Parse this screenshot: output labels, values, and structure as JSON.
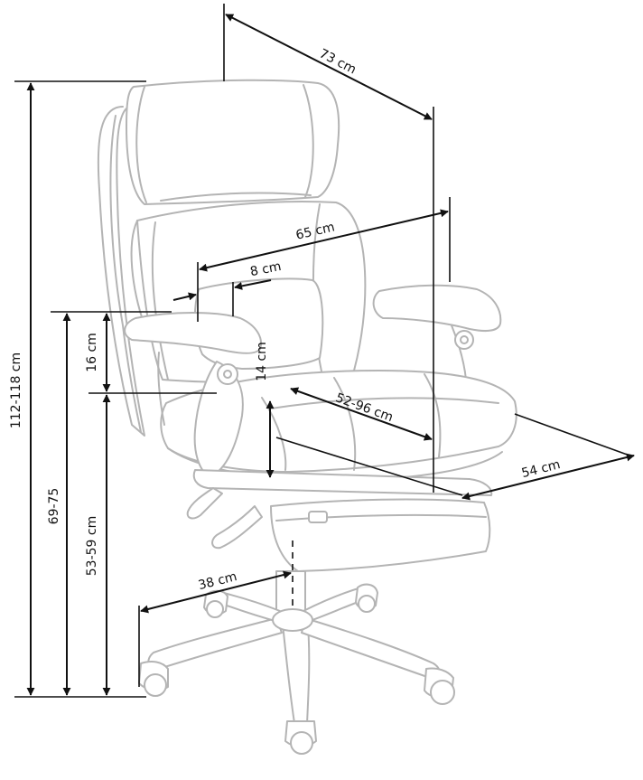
{
  "colors": {
    "outline": "#b4b4b4",
    "dimension": "#111111",
    "background": "#ffffff"
  },
  "dimensions": {
    "total_height": "112-118 cm",
    "depth_top": "73 cm",
    "seat_width": "65 cm",
    "armrest_width": "8 cm",
    "armrest_height": "16 cm",
    "armrest_floor_height": "69-75",
    "seat_height": "53-59 cm",
    "seat_thickness": "14 cm",
    "seat_depth": "52-96 cm",
    "base_width": "54 cm",
    "base_radius": "38 cm"
  }
}
